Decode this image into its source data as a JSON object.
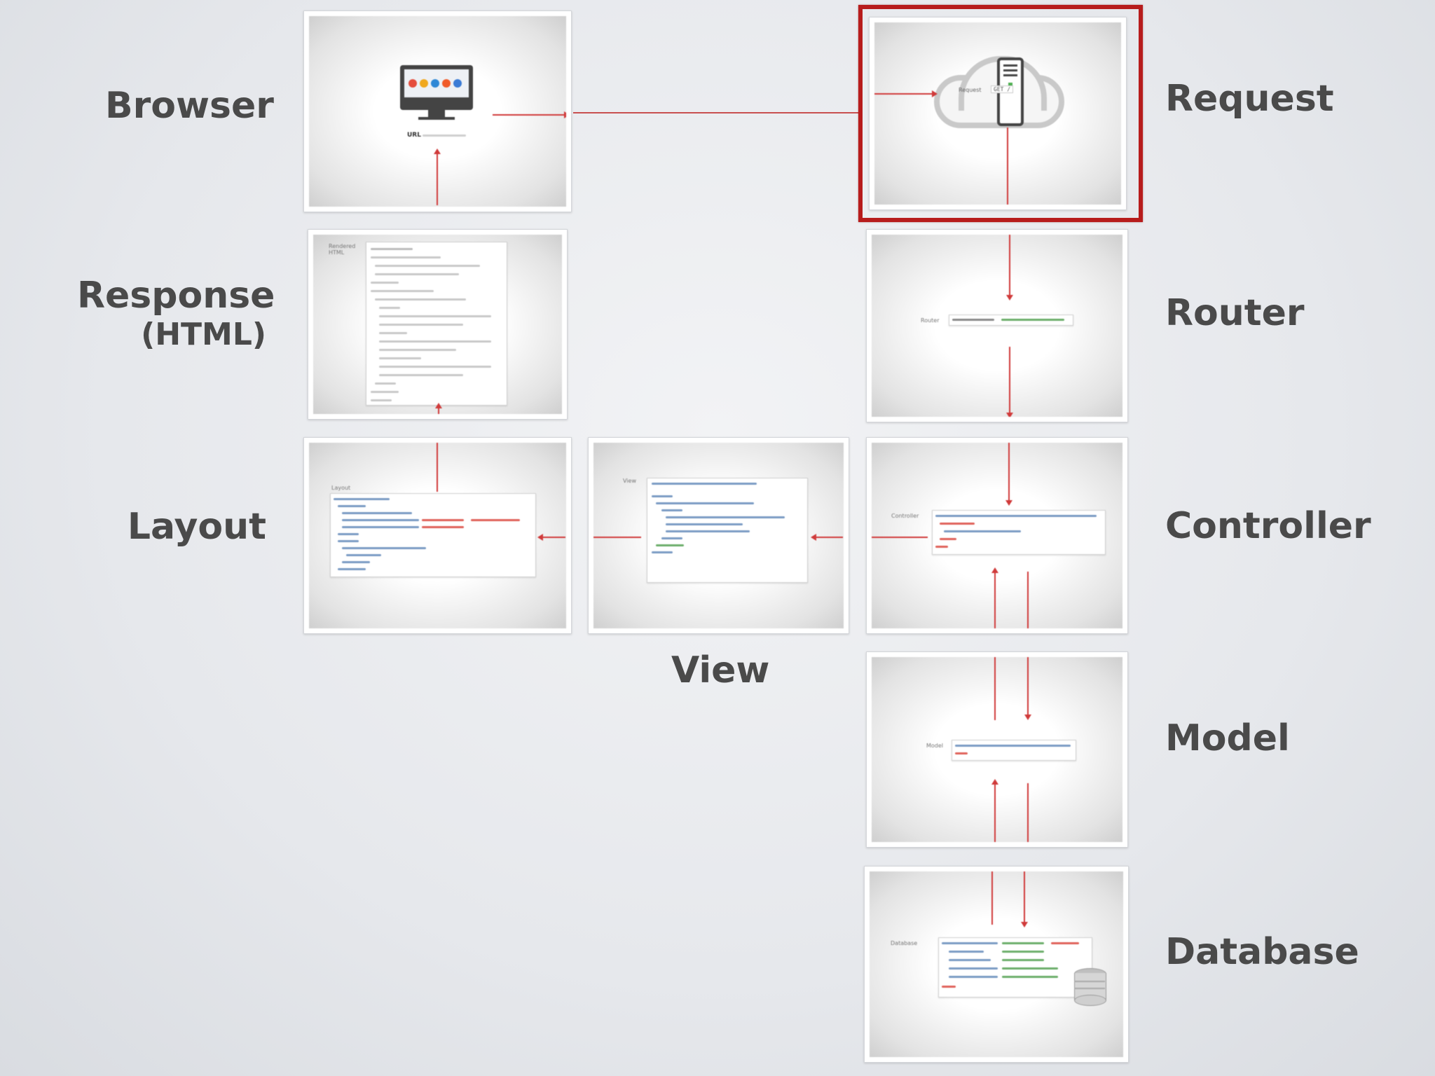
{
  "labels": {
    "browser": "Browser",
    "response": "Response",
    "response_sub": "(HTML)",
    "layout": "Layout",
    "view": "View",
    "request": "Request",
    "router": "Router",
    "controller": "Controller",
    "model": "Model",
    "database": "Database"
  },
  "thumbs": {
    "browser_url": "URL",
    "request_tag": "Request",
    "request_value": "GET /",
    "router_tag": "Router",
    "controller_tag": "Controller",
    "model_tag": "Model",
    "database_tag": "Database",
    "layout_tag": "Layout",
    "view_tag": "View",
    "response_tag": "Rendered HTML"
  },
  "colors": {
    "arrow": "#d03a3a",
    "highlight": "#b71c1c",
    "label_text": "#4a4a4a"
  }
}
